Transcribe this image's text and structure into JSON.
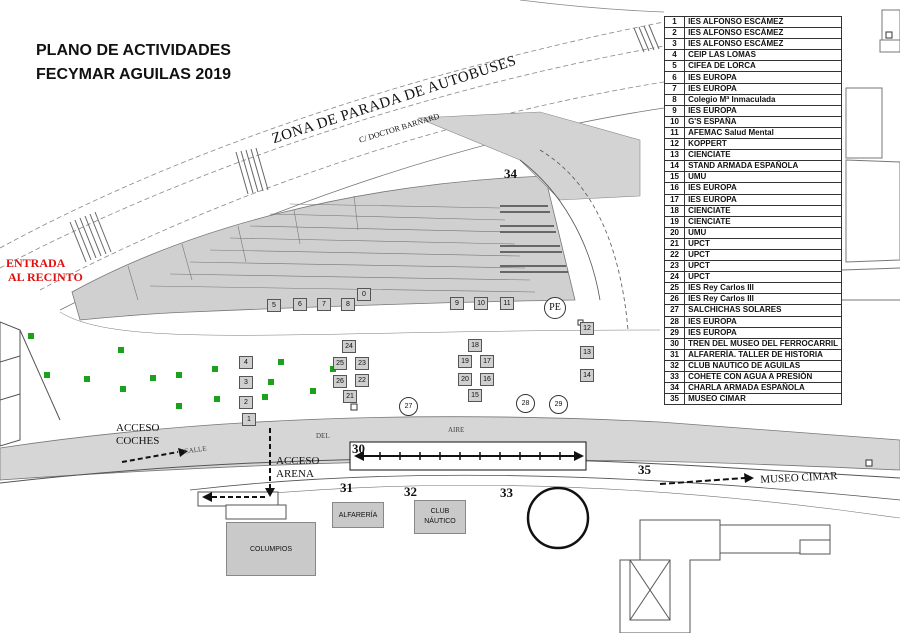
{
  "title_line1": "PLANO DE ACTIVIDADES",
  "title_line2": "FECYMAR AGUILAS 2019",
  "entrance": {
    "line1": "ENTRADA",
    "line2": "AL RECINTO",
    "color": "#e01010"
  },
  "labels": {
    "bus_zone": "ZONA DE PARADA DE AUTOBUSES",
    "street": "C/ DOCTOR BARNARD",
    "acceso_coches1": "ACCESO",
    "acceso_coches2": "COCHES",
    "acceso_arena1": "ACCESO",
    "acceso_arena2": "ARENA",
    "museo": "MUSEO CIMAR",
    "calle": "CALLE",
    "del": "DEL",
    "aire": "AIRE",
    "pe": "PE",
    "alfareria": "ALFARERÍA",
    "club1": "CLUB",
    "club2": "NÁUTICO",
    "columpios": "COLUMPIOS",
    "n30": "30",
    "n31": "31",
    "n32": "32",
    "n33": "33",
    "n34": "34",
    "n35": "35"
  },
  "stands": {
    "s0": "0",
    "s1": "1",
    "s2": "2",
    "s3": "3",
    "s4": "4",
    "s5": "5",
    "s6": "6",
    "s7": "7",
    "s8": "8",
    "s9": "9",
    "s10": "10",
    "s11": "11",
    "s12": "12",
    "s13": "13",
    "s14": "14",
    "s15": "15",
    "s16": "16",
    "s17": "17",
    "s18": "18",
    "s19": "19",
    "s20": "20",
    "s21": "21",
    "s22": "22",
    "s23": "23",
    "s24": "24",
    "s25": "25",
    "s26": "26",
    "s27": "27",
    "s28": "28",
    "s29": "29"
  },
  "green_marker_color": "#1aa31a",
  "legend": [
    {
      "n": "1",
      "name": "IES ALFONSO ESCÁMEZ"
    },
    {
      "n": "2",
      "name": "IES ALFONSO ESCÁMEZ"
    },
    {
      "n": "3",
      "name": "IES ALFONSO ESCÁMEZ"
    },
    {
      "n": "4",
      "name": "CEIP LAS LOMAS"
    },
    {
      "n": "5",
      "name": "CIFEA DE LORCA"
    },
    {
      "n": "6",
      "name": "IES EUROPA"
    },
    {
      "n": "7",
      "name": "IES EUROPA"
    },
    {
      "n": "8",
      "name": "Colegio Mª Inmaculada"
    },
    {
      "n": "9",
      "name": "IES EUROPA"
    },
    {
      "n": "10",
      "name": "G'S ESPAÑA"
    },
    {
      "n": "11",
      "name": "AFEMAC Salud Mental"
    },
    {
      "n": "12",
      "name": "KOPPERT"
    },
    {
      "n": "13",
      "name": "CIENCIATE"
    },
    {
      "n": "14",
      "name": "STAND ARMADA ESPAÑOLA"
    },
    {
      "n": "15",
      "name": "UMU"
    },
    {
      "n": "16",
      "name": "IES EUROPA"
    },
    {
      "n": "17",
      "name": "IES EUROPA"
    },
    {
      "n": "18",
      "name": "CIENCIATE"
    },
    {
      "n": "19",
      "name": "CIENCIATE"
    },
    {
      "n": "20",
      "name": "UMU"
    },
    {
      "n": "21",
      "name": "UPCT"
    },
    {
      "n": "22",
      "name": "UPCT"
    },
    {
      "n": "23",
      "name": "UPCT"
    },
    {
      "n": "24",
      "name": "UPCT"
    },
    {
      "n": "25",
      "name": "IES Rey Carlos III"
    },
    {
      "n": "26",
      "name": "IES Rey Carlos III"
    },
    {
      "n": "27",
      "name": "SALCHICHAS SOLARES"
    },
    {
      "n": "28",
      "name": "IES EUROPA"
    },
    {
      "n": "29",
      "name": "IES EUROPA"
    },
    {
      "n": "30",
      "name": "TREN DEL MUSEO DEL FERROCARRIL"
    },
    {
      "n": "31",
      "name": "ALFARERÍA. TALLER DE HISTORIA"
    },
    {
      "n": "32",
      "name": "CLUB NAUTICO DE AGUILAS"
    },
    {
      "n": "33",
      "name": "COHETE CON AGUA A PRESIÓN"
    },
    {
      "n": "34",
      "name": "CHARLA ARMADA ESPAÑOLA"
    },
    {
      "n": "35",
      "name": "MUSEO CIMAR"
    }
  ]
}
